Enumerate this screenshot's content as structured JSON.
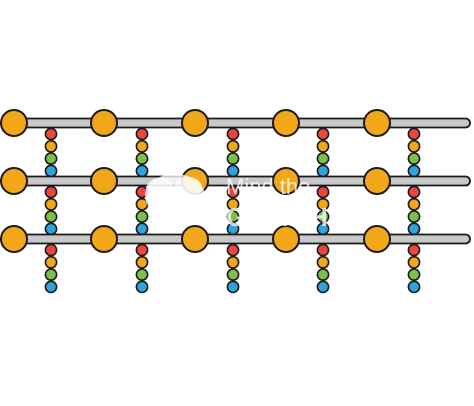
{
  "colors": {
    "background": "#ffffff",
    "outline": "#1a1a1a",
    "backbone": "#c8c8c8",
    "node": "#f2a71b",
    "bead_sequence": [
      "#e8483b",
      "#f2a71b",
      "#7cbf4a",
      "#2fa3dd"
    ]
  },
  "diagram": {
    "backbone_count": 3,
    "nodes_per_backbone": 5,
    "beads_per_segment": 4,
    "icon": "lattice-of-backbones-with-bead-chains"
  },
  "watermark": {
    "line1": "Mind the",
    "line2": "GRAPH",
    "icon": "brain-icon"
  }
}
